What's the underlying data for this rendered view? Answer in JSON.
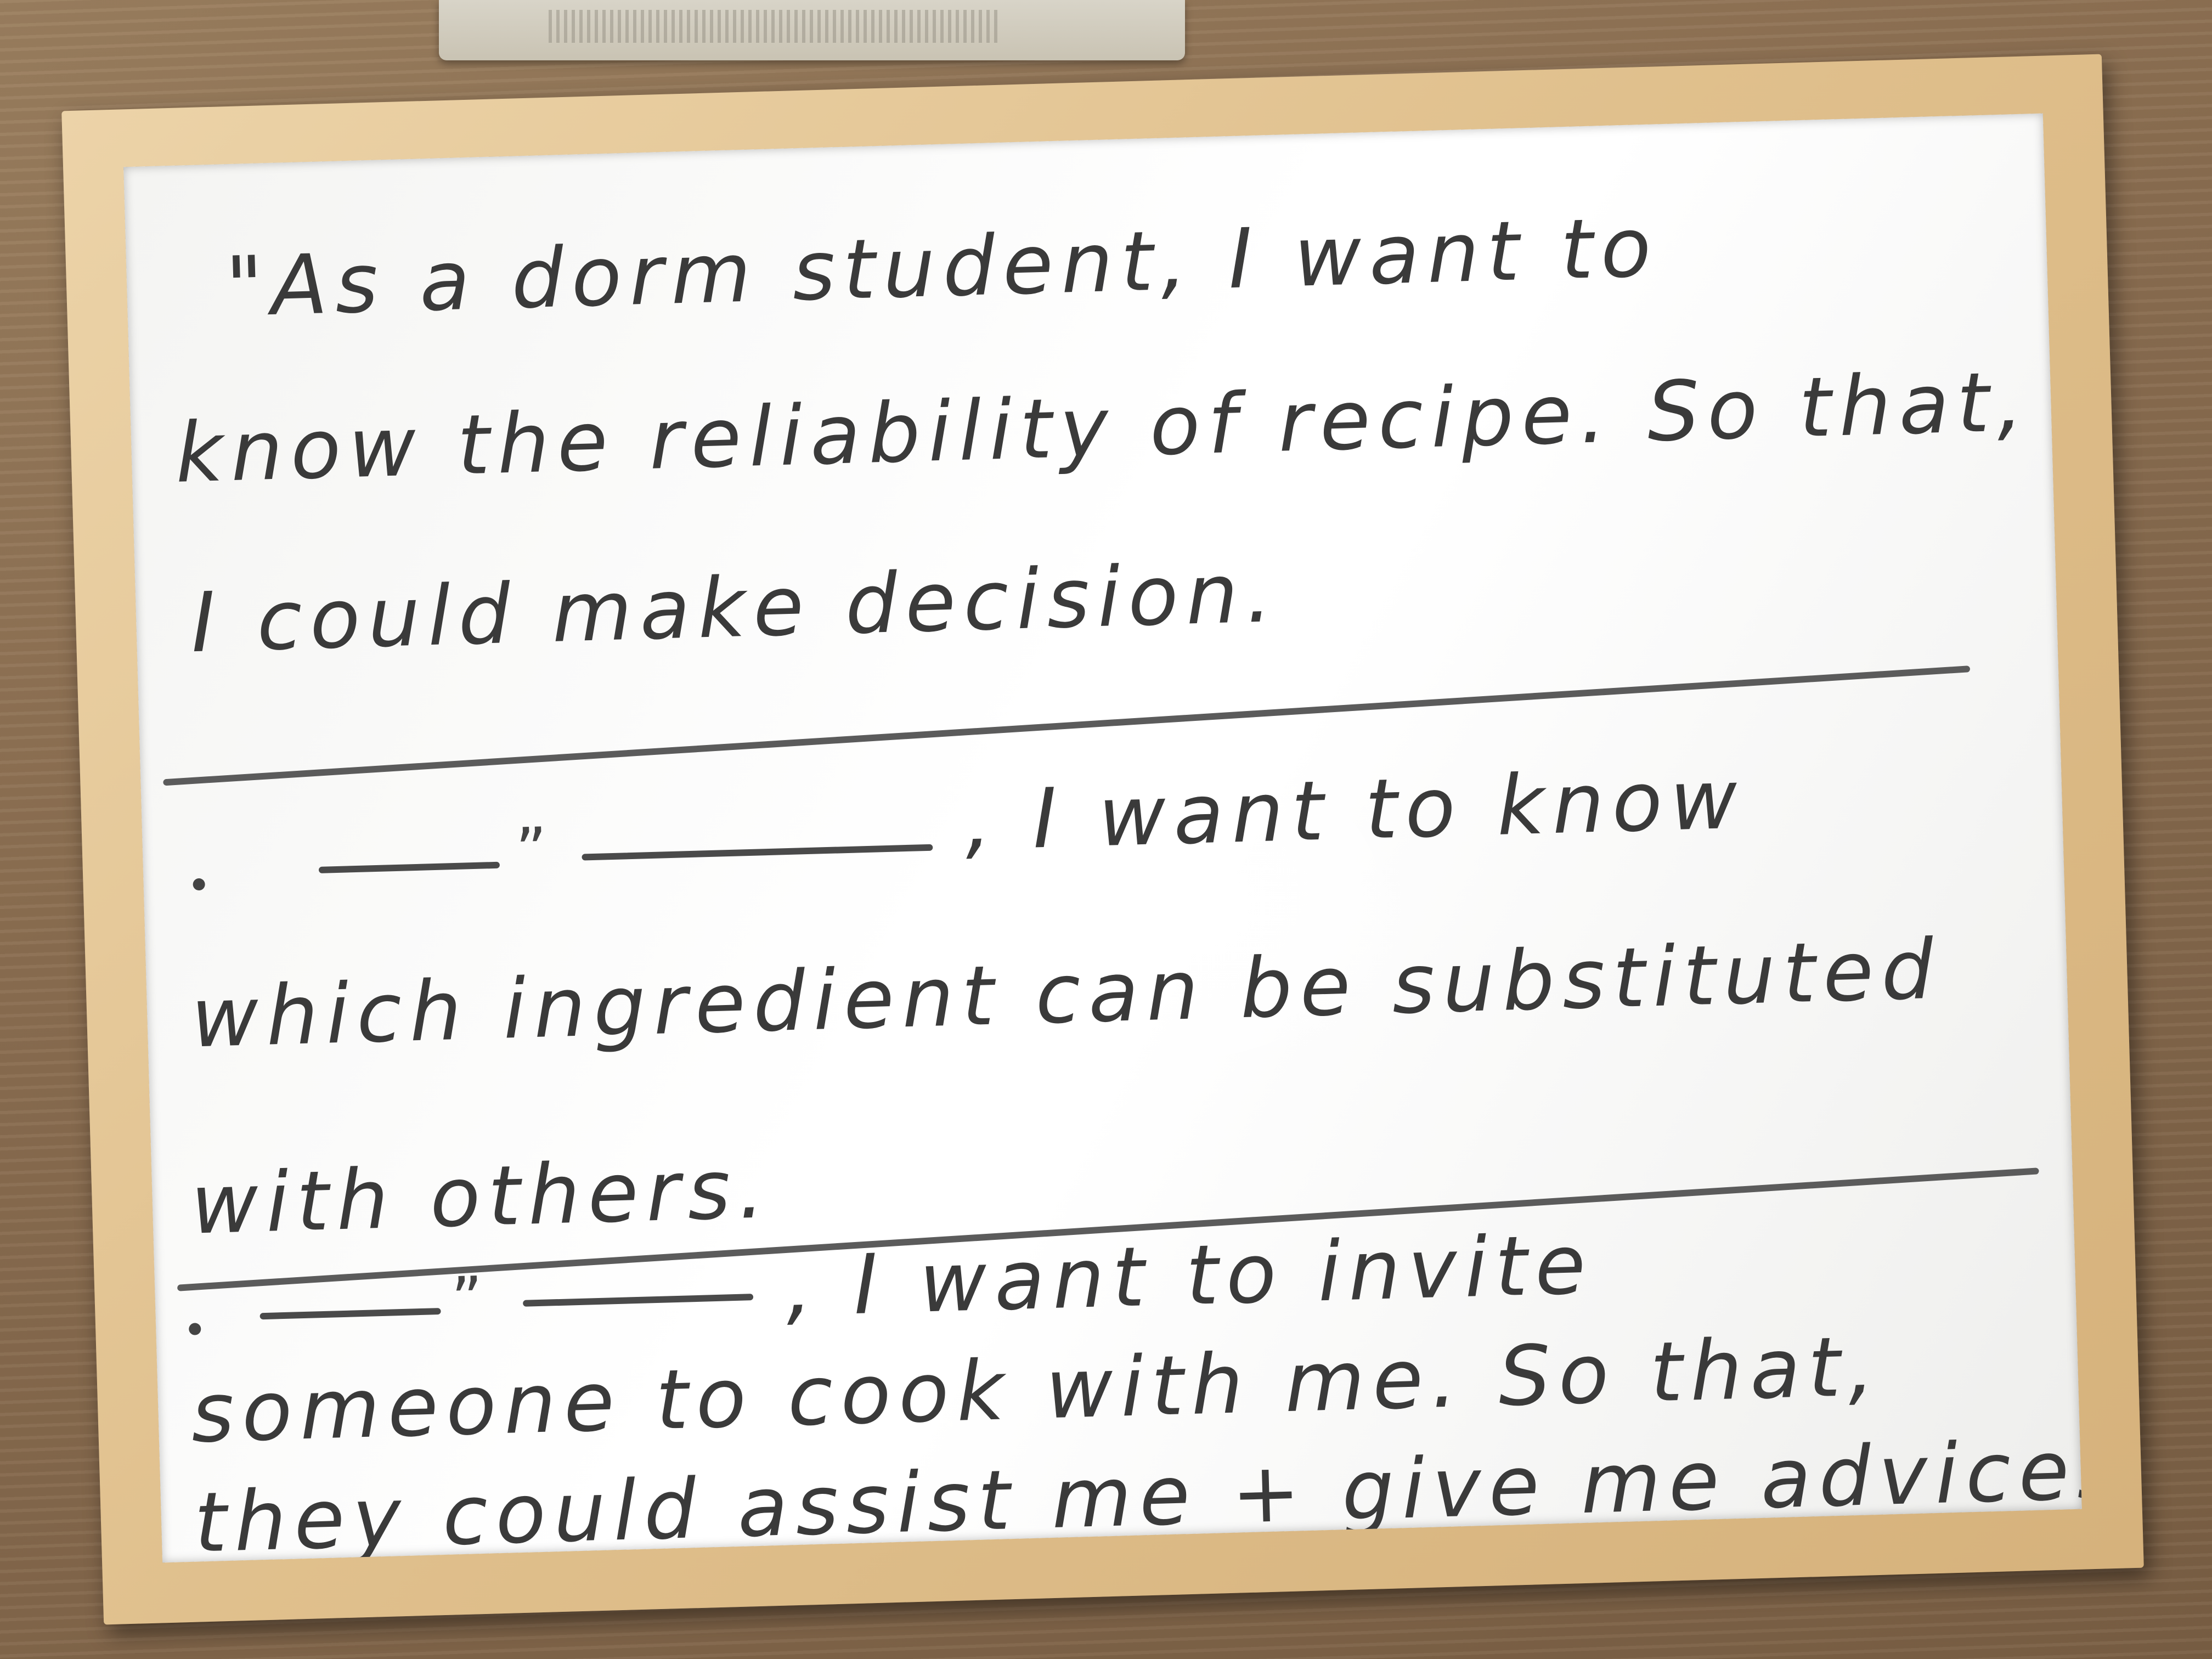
{
  "whiteboard": {
    "story1": {
      "line1": "\"As a dorm student, I want to",
      "line2": "know the reliability of recipe. So that,",
      "line3": "I could make decision."
    },
    "story2": {
      "line1": ", I want to know",
      "line2": "which ingredient can be substituted",
      "line3": "with others."
    },
    "story3": {
      "line1": ", I want to invite",
      "line2": "someone to cook with me. So that,",
      "line3": "they could assist me + give me advices.\""
    },
    "ditto_mark": "”"
  },
  "colors": {
    "marker": "#3a3a3a",
    "frame": "#e0c08d",
    "board": "#ffffff",
    "desk": "#8a6d50"
  }
}
